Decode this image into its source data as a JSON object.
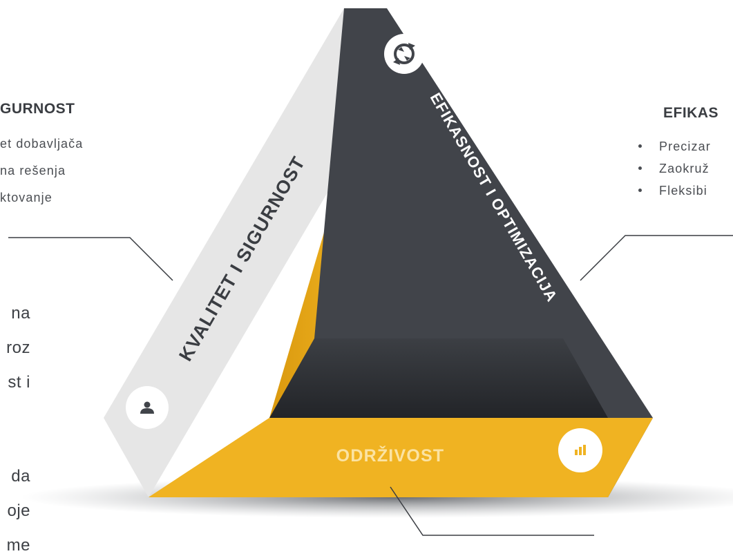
{
  "left_block": {
    "heading": "GURNOST",
    "lines": [
      "et dobavljača",
      "na rešenja",
      "ktovanje"
    ]
  },
  "right_block": {
    "heading": "EFIKAS",
    "bullets": [
      "Precizar",
      "Zaokruž",
      "Fleksibi"
    ]
  },
  "left_paragraph": [
    "na",
    "roz",
    "st i"
  ],
  "left_paragraph2": [
    "da",
    "oje",
    "me"
  ],
  "triangle": {
    "left_band_label": "KVALITET I SIGURNOST",
    "right_band_label": "EFIKASNOST I OPTIMIZACIJA",
    "bottom_band_label": "ODRŽIVOST",
    "colors": {
      "light_band": "#e6e6e6",
      "dark_band": "#41444a",
      "yellow_band": "#f0b322",
      "bottom_label": "#fbe3a3"
    },
    "icons": {
      "left": "user-icon",
      "right": "refresh-icon",
      "bottom": "bar-chart-icon"
    }
  }
}
